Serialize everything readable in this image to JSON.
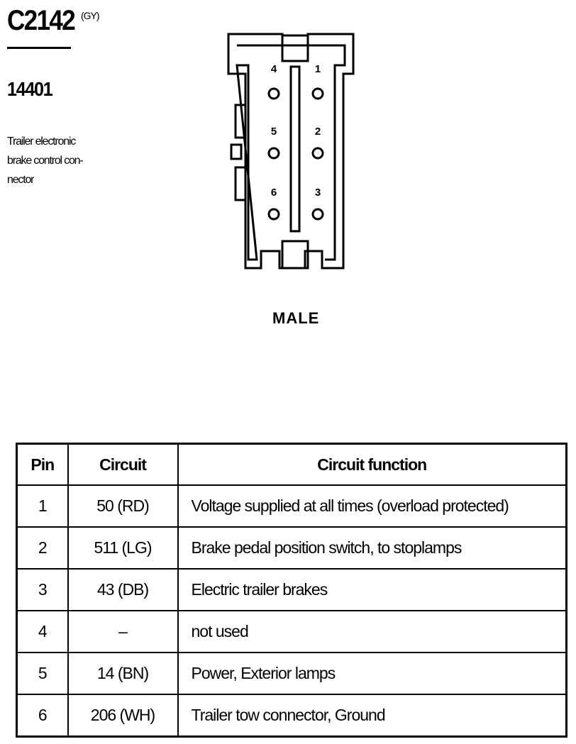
{
  "connector": {
    "code": "C2142",
    "color": "(GY)",
    "part_number": "14401",
    "description_lines": [
      "Trailer electronic",
      "brake control con-",
      "nector"
    ],
    "gender": "MALE",
    "pin_labels": [
      "1",
      "2",
      "3",
      "4",
      "5",
      "6"
    ]
  },
  "table": {
    "headers": [
      "Pin",
      "Circuit",
      "Circuit function"
    ],
    "rows": [
      {
        "pin": "1",
        "circuit": "50 (RD)",
        "function": "Voltage supplied at all times (overload protected)"
      },
      {
        "pin": "2",
        "circuit": "511 (LG)",
        "function": "Brake pedal position switch, to stoplamps"
      },
      {
        "pin": "3",
        "circuit": "43 (DB)",
        "function": "Electric trailer brakes"
      },
      {
        "pin": "4",
        "circuit": "–",
        "function": "not used"
      },
      {
        "pin": "5",
        "circuit": "14 (BN)",
        "function": "Power, Exterior lamps"
      },
      {
        "pin": "6",
        "circuit": "206 (WH)",
        "function": "Trailer tow connector, Ground"
      }
    ]
  }
}
